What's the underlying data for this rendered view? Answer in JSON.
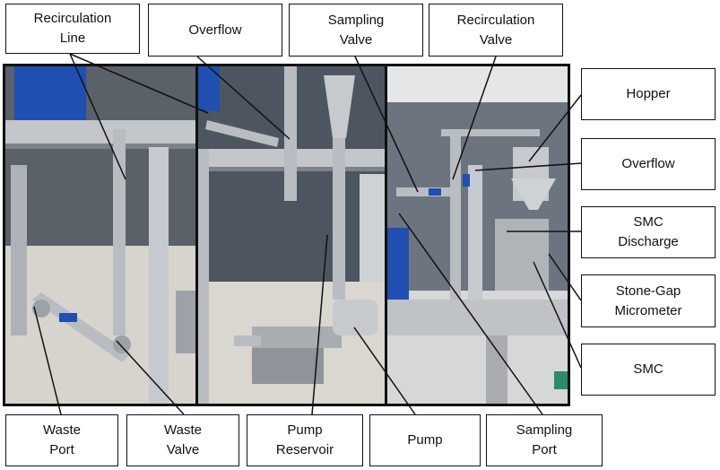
{
  "labels": {
    "recirculation_line": "Recirculation\nLine",
    "overflow_top": "Overflow",
    "sampling_valve": "Sampling\nValve",
    "recirculation_valve": "Recirculation\nValve",
    "hopper": "Hopper",
    "overflow_right": "Overflow",
    "smc_discharge": "SMC\nDischarge",
    "stone_gap_micrometer": "Stone-Gap\nMicrometer",
    "smc": "SMC",
    "waste_port": "Waste\nPort",
    "waste_valve": "Waste\nValve",
    "pump_reservoir": "Pump\nReservoir",
    "pump": "Pump",
    "sampling_port": "Sampling\nPort"
  },
  "colors": {
    "steel": "#b9bdc2",
    "steel_dark": "#7d8288",
    "floor": "#d9d7d0",
    "wall": "#4a5560",
    "blue": "#1f4fb0",
    "leader": "#111111"
  }
}
